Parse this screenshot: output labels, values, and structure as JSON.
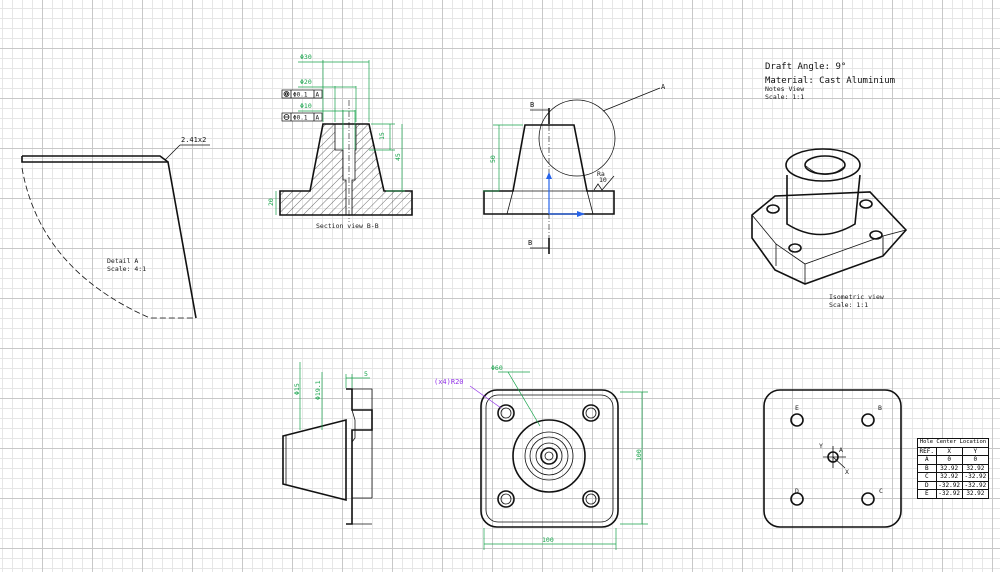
{
  "notes": {
    "draft": "Draft Angle: 9°",
    "material": "Material: Cast Aluminium",
    "view_name": "Notes View",
    "view_scale": "Scale:  1:1"
  },
  "views": {
    "detail_a": {
      "name": "Detail A",
      "scale": "Scale:  4:1",
      "chamfer": "2.41x2"
    },
    "section_bb": {
      "name": "Section view B-B"
    },
    "isometric": {
      "name": "Isometric view",
      "scale": "Scale:  1:1"
    },
    "front": {
      "callout_a": "A",
      "cut_b_top": "B",
      "cut_b_bottom": "B",
      "height": "50",
      "roughness": "Ra",
      "roughness_value": "10"
    },
    "top": {
      "hole_note": "(x4)R20",
      "bore": "Φ60",
      "width": "100",
      "height": "100"
    },
    "side": {
      "d1": "Φ15",
      "d2": "Φ19.1",
      "d3": "5"
    },
    "holes": {
      "labels": [
        "E",
        "B",
        "D",
        "C"
      ],
      "axis_x": "X",
      "axis_y": "Y",
      "origin": "A"
    }
  },
  "section_dims": {
    "d30": "Φ30",
    "d20": "Φ20",
    "d10": "Φ10",
    "tol_top": "Φ0.1",
    "tol_bottom": "Φ0.1",
    "datum": "A",
    "h15": "15",
    "h45": "45",
    "h20": "20"
  },
  "hole_table": {
    "title": "Hole Center Location",
    "headers": [
      "REF.",
      "X",
      "Y"
    ],
    "rows": [
      [
        "A",
        "0",
        "0"
      ],
      [
        "B",
        "32.92",
        "32.92"
      ],
      [
        "C",
        "32.92",
        "-32.92"
      ],
      [
        "D",
        "-32.92",
        "-32.92"
      ],
      [
        "E",
        "-32.92",
        "32.92"
      ]
    ]
  }
}
